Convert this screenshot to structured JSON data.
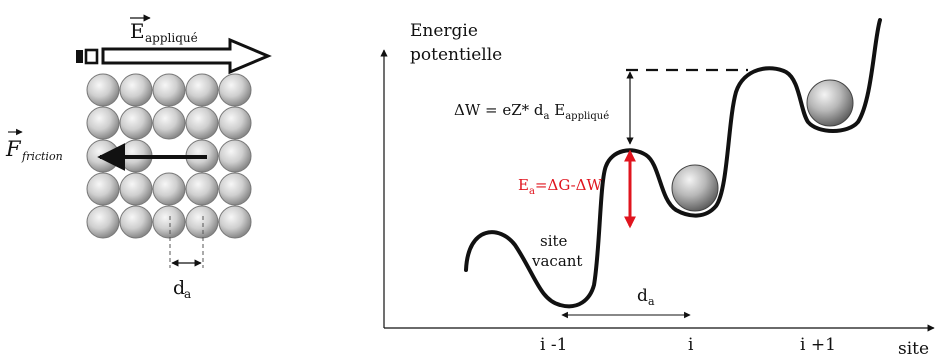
{
  "left_panel": {
    "field_symbol": "E",
    "field_subscript": "appliqué",
    "force_symbol": "F",
    "force_subscript": "friction",
    "spacing_symbol": "d",
    "spacing_subscript": "a"
  },
  "right_panel": {
    "y_axis_line1": "Energie",
    "y_axis_line2": "potentielle",
    "x_axis_label": "site",
    "site_labels": [
      "i -1",
      "i",
      "i +1"
    ],
    "delta_w_formula": {
      "prefix": "ΔW = eZ* d",
      "sub1": "a",
      "mid": " E",
      "sub2": "appliqué"
    },
    "activation_formula": {
      "prefix": "E",
      "sub": "a",
      "rest": "=ΔG-ΔW"
    },
    "vacancy_line1": "site",
    "vacancy_line2": "vacant",
    "spacing_symbol": "d",
    "spacing_subscript": "a"
  },
  "colors": {
    "activation": "#e0141e",
    "ink": "#111111",
    "sphere_light": "#f2f2f2",
    "sphere_dark": "#7a7a7a"
  }
}
